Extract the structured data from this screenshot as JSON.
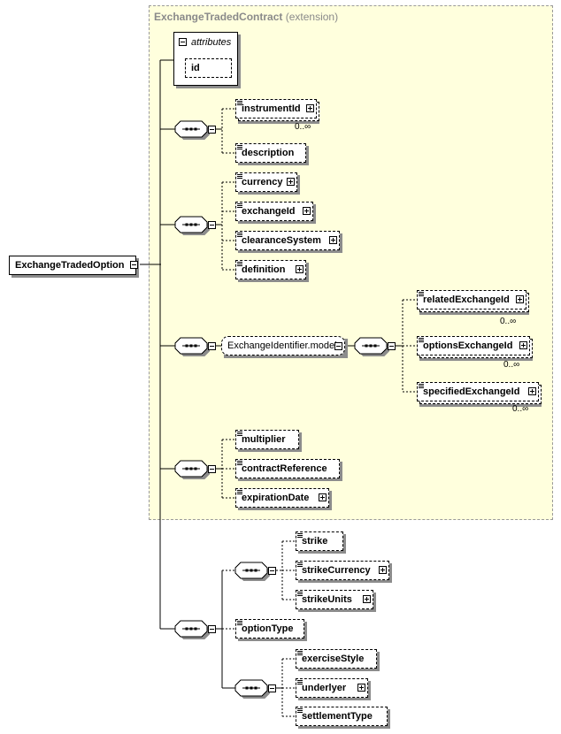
{
  "extension": {
    "title": "ExchangeTradedContract",
    "suffix": "(extension)"
  },
  "root": {
    "label": "ExchangeTradedOption"
  },
  "attributes": {
    "label": "attributes",
    "items": [
      "id"
    ]
  },
  "sequence1": {
    "children": [
      {
        "label": "instrumentId",
        "expandable": true,
        "occurs": "0..∞"
      },
      {
        "label": "description",
        "expandable": false
      }
    ]
  },
  "sequence2": {
    "children": [
      {
        "label": "currency",
        "expandable": true
      },
      {
        "label": "exchangeId",
        "expandable": true
      },
      {
        "label": "clearanceSystem",
        "expandable": true
      },
      {
        "label": "definition",
        "expandable": true
      }
    ]
  },
  "group": {
    "label": "ExchangeIdentifier.model",
    "children": [
      {
        "label": "relatedExchangeId",
        "expandable": true,
        "occurs": "0..∞"
      },
      {
        "label": "optionsExchangeId",
        "expandable": true,
        "occurs": "0..∞"
      },
      {
        "label": "specifiedExchangeId",
        "expandable": true,
        "occurs": "0..∞"
      }
    ]
  },
  "sequence4": {
    "children": [
      {
        "label": "multiplier",
        "expandable": false
      },
      {
        "label": "contractReference",
        "expandable": false
      },
      {
        "label": "expirationDate",
        "expandable": true
      }
    ]
  },
  "sequence5": {
    "strike_group": [
      {
        "label": "strike",
        "expandable": false
      },
      {
        "label": "strikeCurrency",
        "expandable": true
      },
      {
        "label": "strikeUnits",
        "expandable": true
      }
    ],
    "option_type": {
      "label": "optionType",
      "expandable": false
    },
    "exercise_group": [
      {
        "label": "exerciseStyle",
        "expandable": false
      },
      {
        "label": "underlyer",
        "expandable": true
      },
      {
        "label": "settlementType",
        "expandable": false
      }
    ]
  }
}
